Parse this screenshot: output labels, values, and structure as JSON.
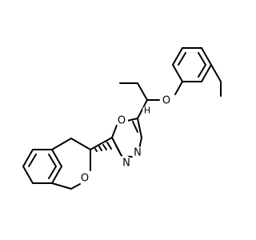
{
  "molecule": {
    "atoms": [
      {
        "id": "O_ether",
        "label": "O"
      },
      {
        "id": "O_oxadiazole",
        "label": "O"
      },
      {
        "id": "N_upper",
        "label": "N"
      },
      {
        "id": "N_lower",
        "label": "N"
      },
      {
        "id": "O_isochroman",
        "label": "O"
      }
    ],
    "stereo_label": "H"
  }
}
